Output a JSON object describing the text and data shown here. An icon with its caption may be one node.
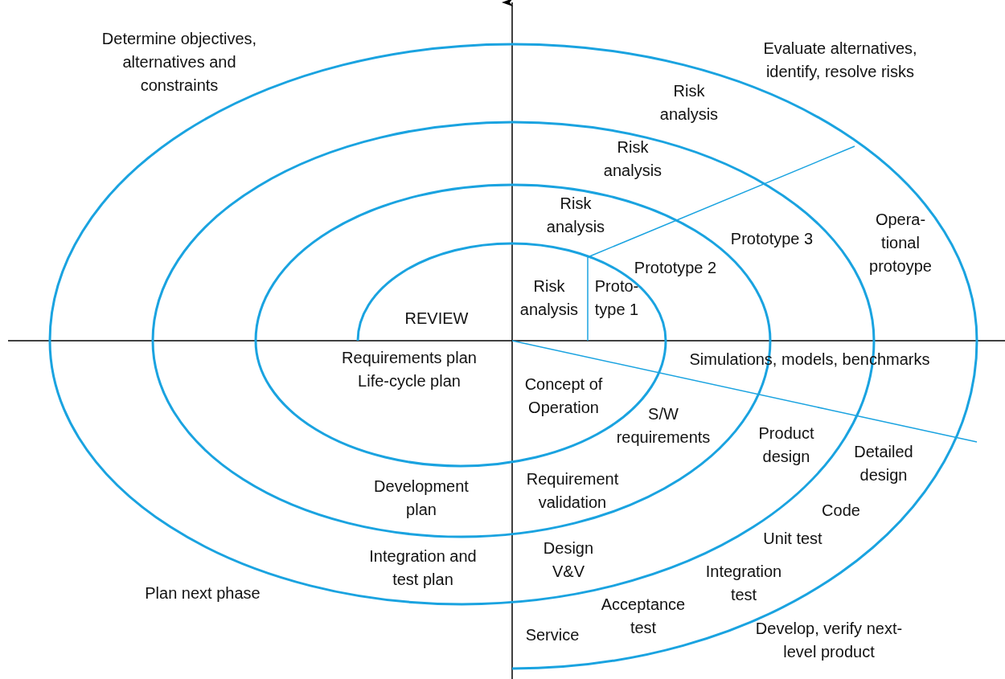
{
  "diagram": {
    "labels": [
      "Determine objectives, alternatives and constraints",
      "Evaluate alternatives, identify, resolve risks",
      "Risk analysis",
      "Risk analysis",
      "Risk analysis",
      "Risk analysis",
      "Opera- tional protoype",
      "Prototype 3",
      "Prototype 2",
      "REVIEW",
      "Proto- type 1",
      "Requirements plan Life-cycle plan",
      "Simulations, models, benchmarks",
      "Concept of Operation",
      "S/W requirements",
      "Product design",
      "Detailed design",
      "Development plan",
      "Requirement validation",
      "Code",
      "Unit test",
      "Integration and test plan",
      "Design V&V",
      "Integration test",
      "Plan next phase",
      "Acceptance test",
      "Service",
      "Develop, verify next-level product"
    ]
  }
}
